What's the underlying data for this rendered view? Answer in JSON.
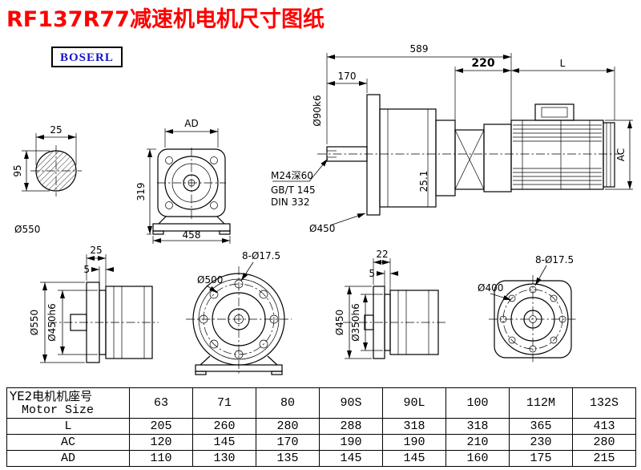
{
  "page": {
    "title": "RF137R77减速机电机尺寸图纸",
    "logo": "BOSERL"
  },
  "colors": {
    "title_red": "#ff0000",
    "logo_blue": "#1414cc",
    "line_black": "#000000"
  },
  "views": {
    "shaft_section": {
      "dim_width": "25",
      "dim_height": "95",
      "label_diameter": "Ø550"
    },
    "gearbox_front": {
      "dim_top": "AD",
      "dim_left": "319",
      "dim_bottom": "458"
    },
    "main_assembly": {
      "dim_total": "589",
      "dim_shaft_len": "170",
      "dim_shaft_dia": "Ø90k6",
      "note_thread": "M24深60",
      "note_std1": "GB/T 145",
      "note_std2": "DIN 332",
      "label_flange": "Ø450",
      "dim_key": "25.1",
      "dim_adapter": "220",
      "dim_motor_len": "L",
      "dim_motor_dia": "AC"
    },
    "output_side": {
      "dim_flange_thk": "25",
      "dim_step": "5",
      "dim_od": "Ø550",
      "dim_spigot": "Ø450h6"
    },
    "output_flange": {
      "label_bolt_circle": "Ø500",
      "label_holes": "8-Ø17.5"
    },
    "input_side": {
      "dim_flange_thk": "22",
      "dim_step": "5",
      "dim_od": "Ø450",
      "dim_spigot": "Ø350h6"
    },
    "input_flange": {
      "label_bolt_circle": "Ø400",
      "label_holes": "8-Ø17.5"
    }
  },
  "table": {
    "header": {
      "label_cn": "YE2电机机座号",
      "label_en": "Motor Size",
      "sizes": [
        "63",
        "71",
        "80",
        "90S",
        "90L",
        "100",
        "112M",
        "132S"
      ]
    },
    "rows": [
      {
        "label": "L",
        "values": [
          "205",
          "260",
          "280",
          "288",
          "318",
          "318",
          "365",
          "413"
        ]
      },
      {
        "label": "AC",
        "values": [
          "120",
          "145",
          "170",
          "190",
          "190",
          "210",
          "230",
          "280"
        ]
      },
      {
        "label": "AD",
        "values": [
          "110",
          "130",
          "135",
          "145",
          "145",
          "160",
          "175",
          "215"
        ]
      }
    ]
  }
}
